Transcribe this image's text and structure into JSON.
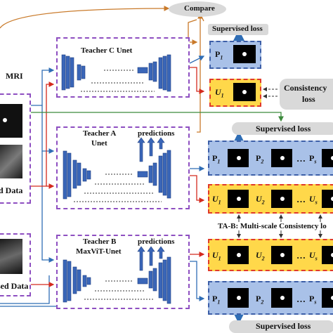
{
  "compare": "Compare",
  "top_supervised_loss": "Supervised loss",
  "mri_label": "MRI",
  "left_top_label": "d Data",
  "left_bottom_label": "sed Data",
  "teacher_c": "Teacher C Unet",
  "teacher_a_line1": "Teacher A",
  "teacher_a_line2": "Unet",
  "teacher_b_line1": "Teacher B",
  "teacher_b_line2": "MaxViT-Unet",
  "predictions": "predictions",
  "consistency_line1": "Consistency",
  "consistency_line2": "loss",
  "mid_supervised_loss": "Supervised loss",
  "multiscale": "TA-B: Multi-scale Consistency lo",
  "bottom_supervised_loss": "Supervised loss",
  "p_letter": "P",
  "u_letter": "U",
  "sub_1": "1",
  "sub_2": "2",
  "sub_s": "s",
  "ellipsis": "…",
  "colors": {
    "blue_fill": "#a9c1e8",
    "blue_border": "#3d5fa8",
    "yellow_fill": "#ffd84a",
    "red_border": "#e03a2a",
    "purple_border": "#8e4fc1",
    "green_line": "#3c8a3c",
    "orange_line": "#c97a2a",
    "gray_fill": "#d9d9d9"
  }
}
